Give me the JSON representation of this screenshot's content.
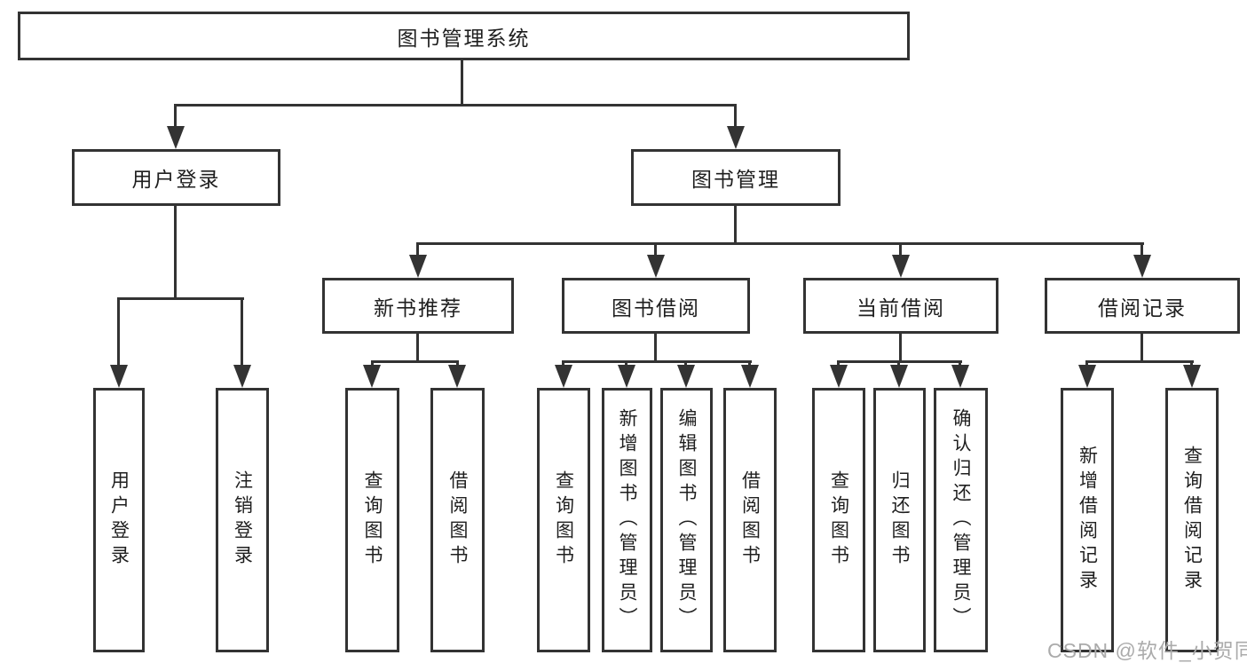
{
  "diagram": {
    "root": {
      "label": "图书管理系统"
    },
    "tree": [
      {
        "label": "用户登录",
        "children": [
          {
            "label": "用户登录"
          },
          {
            "label": "注销登录"
          }
        ]
      },
      {
        "label": "图书管理",
        "children": [
          {
            "label": "新书推荐",
            "children": [
              {
                "label": "查询图书"
              },
              {
                "label": "借阅图书"
              }
            ]
          },
          {
            "label": "图书借阅",
            "children": [
              {
                "label": "查询图书"
              },
              {
                "label": "新增图书（管理员）"
              },
              {
                "label": "编辑图书（管理员）"
              },
              {
                "label": "借阅图书"
              }
            ]
          },
          {
            "label": "当前借阅",
            "children": [
              {
                "label": "查询图书"
              },
              {
                "label": "归还图书"
              },
              {
                "label": "确认归还（管理员）"
              }
            ]
          },
          {
            "label": "借阅记录",
            "children": [
              {
                "label": "新增借阅记录"
              },
              {
                "label": "查询借阅记录"
              }
            ]
          }
        ]
      }
    ]
  },
  "watermark": {
    "text": "CSDN @软件_小贺同学"
  },
  "colors": {
    "line": "#333333",
    "box_background": "#ffffff",
    "text": "#1f1f1f",
    "watermark": "#ababab"
  }
}
